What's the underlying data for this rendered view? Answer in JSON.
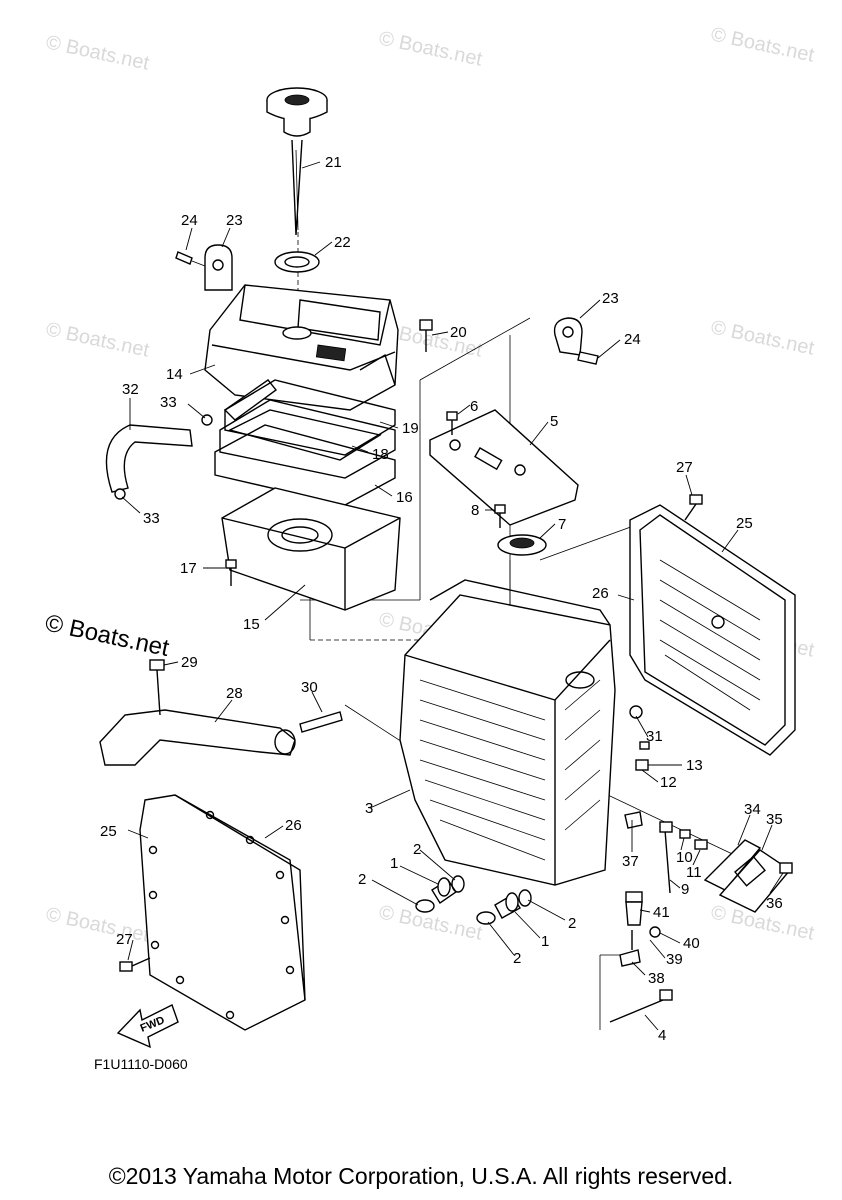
{
  "watermarks": {
    "small": "© Boats.net",
    "large": "© Boats.net"
  },
  "diagram_code": "F1U1110-D060",
  "fwd_label": "FWD",
  "copyright": "©2013 Yamaha Motor Corporation, U.S.A. All rights reserved.",
  "callouts": {
    "c21": "21",
    "c22": "22",
    "c23a": "23",
    "c24a": "24",
    "c23b": "23",
    "c24b": "24",
    "c20": "20",
    "c14": "14",
    "c32": "32",
    "c33a": "33",
    "c33b": "33",
    "c19": "19",
    "c18": "18",
    "c16": "16",
    "c6": "6",
    "c5": "5",
    "c8": "8",
    "c7": "7",
    "c17": "17",
    "c15": "15",
    "c27a": "27",
    "c25a": "25",
    "c26a": "26",
    "c29": "29",
    "c28": "28",
    "c30": "30",
    "c31": "31",
    "c13": "13",
    "c12": "12",
    "c3": "3",
    "c34": "34",
    "c35": "35",
    "c25b": "25",
    "c26b": "26",
    "c37": "37",
    "c10": "10",
    "c11": "11",
    "c36": "36",
    "c1a": "1",
    "c2a": "2",
    "c2b": "2",
    "c9": "9",
    "c41": "41",
    "c1b": "1",
    "c2c": "2",
    "c2d": "2",
    "c40": "40",
    "c39": "39",
    "c27b": "27",
    "c38": "38",
    "c4": "4"
  }
}
